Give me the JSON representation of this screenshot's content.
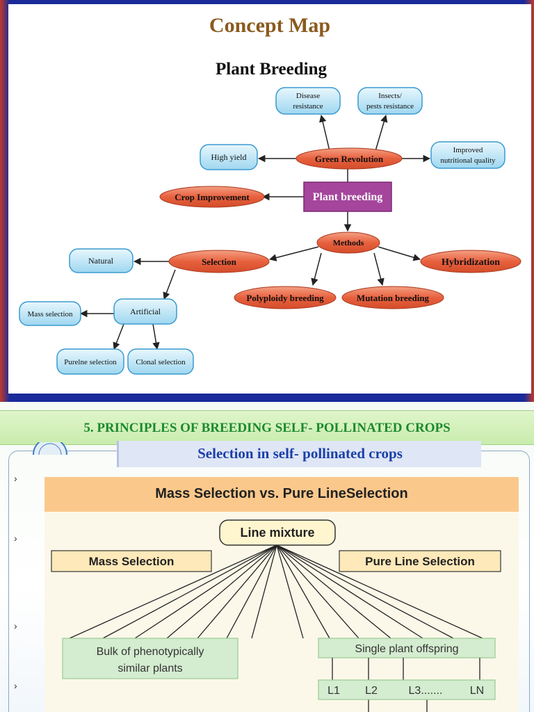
{
  "concept_map": {
    "title": "Concept Map",
    "subtitle": "Plant Breeding",
    "nodes": {
      "disease_resistance": [
        "Disease",
        "resistance"
      ],
      "insects_resistance": [
        "Insects/",
        "pests resistance"
      ],
      "high_yield": "High yield",
      "green_revolution": "Green Revolution",
      "improved_nutrition": [
        "Improved",
        "nutritional quality"
      ],
      "crop_improvement": "Crop Improvement",
      "plant_breeding": "Plant breeding",
      "methods": "Methods",
      "natural": "Natural",
      "selection": "Selection",
      "hybridization": "Hybridization",
      "polyploidy_breeding": "Polyploidy breeding",
      "mutation_breeding": "Mutation breeding",
      "mass_selection": "Mass selection",
      "artificial": "Artificial",
      "pureline_selection": "Purelne selection",
      "clonal_selection": "Clonal selection"
    },
    "colors": {
      "blue_fill": "#bfe6f7",
      "blue_stroke": "#3a9ad0",
      "orange_fill": "#e8613f",
      "purple_fill": "#a5459c"
    }
  },
  "slide2": {
    "banner": "5. PRINCIPLES OF BREEDING SELF- POLLINATED CROPS",
    "subbanner": "Selection in self- pollinated crops",
    "figure": {
      "header": "Mass Selection vs. Pure LineSelection",
      "line_mixture": "Line mixture",
      "mass_selection": "Mass Selection",
      "pure_line_selection": "Pure Line Selection",
      "bulk": [
        "Bulk of phenotypically",
        "similar plants"
      ],
      "single_plant": "Single plant offspring",
      "lines": [
        "L1",
        "L2",
        "L3.......",
        "LN"
      ]
    }
  }
}
